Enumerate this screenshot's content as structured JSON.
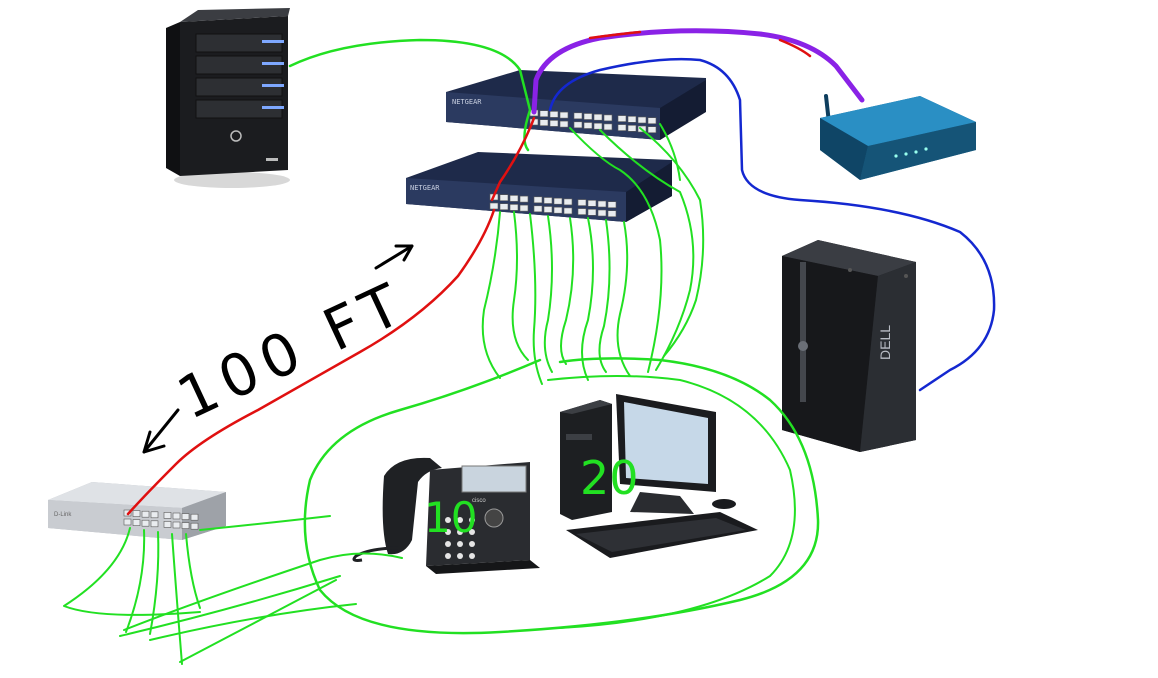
{
  "annotation": {
    "distance_label": "100 FT",
    "count_phone": "10",
    "count_computer": "20"
  },
  "colors": {
    "background": "#ffffff",
    "green_cable": "#22e022",
    "red_cable": "#e01010",
    "blue_cable": "#1428d0",
    "purple_cable": "#8a22e6"
  },
  "icons": {
    "server": "tower-server-icon",
    "switch": "rack-switch-icon",
    "small_switch": "desktop-switch-icon",
    "router": "wireless-router-icon",
    "desktop": "desktop-tower-icon",
    "phone": "ip-phone-icon",
    "workstation": "desktop-computer-icon"
  }
}
